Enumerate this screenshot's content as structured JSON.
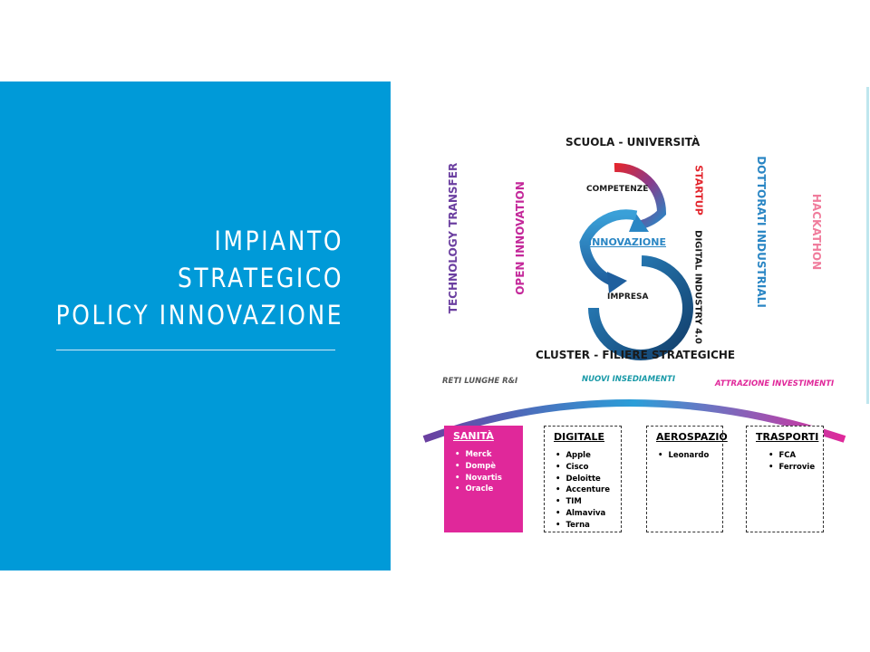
{
  "slide": {
    "title_lines": [
      "IMPIANTO",
      "STRATEGICO",
      "POLICY INNOVAZIONE"
    ]
  },
  "diagram": {
    "top_label": "SCUOLA - UNIVERSITÀ",
    "bottom_label": "CLUSTER - FILIERE STRATEGICHE",
    "cycle_labels": {
      "competenze": "COMPETENZE",
      "innovazione": "INNOVAZIONE",
      "impresa": "IMPRESA"
    },
    "side_labels": {
      "technology_transfer": "TECHNOLOGY TRANSFER",
      "open_innovation": "OPEN INNOVATION",
      "startup": "STARTUP",
      "digital_industry": "DIGITAL INDUSTRY 4.0",
      "dottorati": "DOTTORATI INDUSTRIALI",
      "hackathon": "HACKATHON"
    },
    "arc_labels": {
      "reti": "RETI LUNGHE R&I",
      "nuovi": "NUOVI INSEDIAMENTI",
      "attrazione": "ATTRAZIONE INVESTIMENTI"
    },
    "colors": {
      "purple": "#6b3fa0",
      "magenta": "#c4289a",
      "red": "#e3262e",
      "blue": "#2a86c4",
      "pink": "#f07c9c",
      "teal": "#1a9aa8",
      "box_pink": "#e0289a",
      "slide_blue": "#009ad8"
    },
    "sectors": [
      {
        "title": "SANITÀ",
        "items": [
          "Merck",
          "Dompè",
          "Novartis",
          "Oracle"
        ]
      },
      {
        "title": "DIGITALE",
        "items": [
          "Apple",
          "Cisco",
          "Deloitte",
          "Accenture",
          "TIM",
          "Almaviva",
          "Terna"
        ]
      },
      {
        "title": "AEROSPAZIO",
        "items": [
          "Leonardo"
        ]
      },
      {
        "title": "TRASPORTI",
        "items": [
          "FCA",
          "Ferrovie"
        ]
      }
    ]
  }
}
